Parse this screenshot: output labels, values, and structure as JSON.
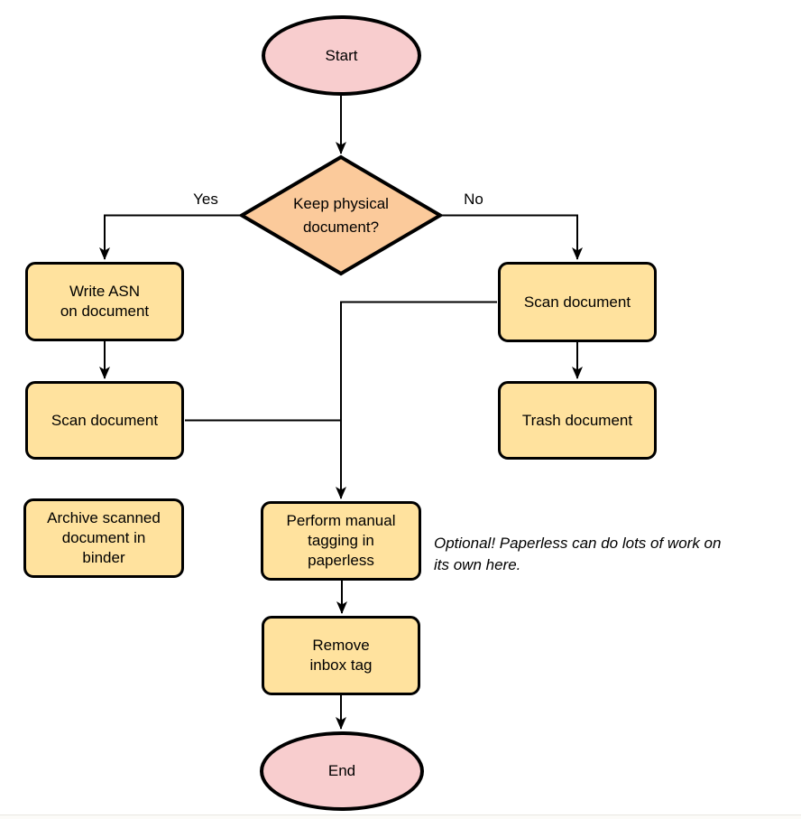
{
  "diagram": {
    "nodes": {
      "start": {
        "label": "Start",
        "shape": "ellipse"
      },
      "decision": {
        "label": "Keep physical\ndocument?",
        "shape": "diamond"
      },
      "write_asn": {
        "label": "Write ASN\non document",
        "shape": "process"
      },
      "scan_left": {
        "label": "Scan document",
        "shape": "process"
      },
      "archive": {
        "label": "Archive scanned\ndocument in\nbinder",
        "shape": "process"
      },
      "scan_right": {
        "label": "Scan document",
        "shape": "process"
      },
      "trash": {
        "label": "Trash document",
        "shape": "process"
      },
      "tagging": {
        "label": "Perform manual\ntagging in\npaperless",
        "shape": "process"
      },
      "remove_inbox": {
        "label": "Remove\ninbox tag",
        "shape": "process"
      },
      "end": {
        "label": "End",
        "shape": "ellipse"
      }
    },
    "edge_labels": {
      "yes": "Yes",
      "no": "No"
    },
    "edges": [
      "start -> decision",
      "decision -Yes-> write_asn",
      "decision -No-> scan_right",
      "write_asn -> scan_left",
      "scan_left -> tagging",
      "scan_right -> tagging",
      "scan_right -> trash",
      "tagging -> remove_inbox",
      "remove_inbox -> end"
    ],
    "annotation": "Optional! Paperless can do lots of work on\nits own here.",
    "colors": {
      "terminal_fill": "#f8cdce",
      "decision_fill": "#fbca9b",
      "process_fill": "#ffe29e",
      "stroke": "#000000",
      "connector": "#000000",
      "rule": "#e9e7e2"
    }
  }
}
